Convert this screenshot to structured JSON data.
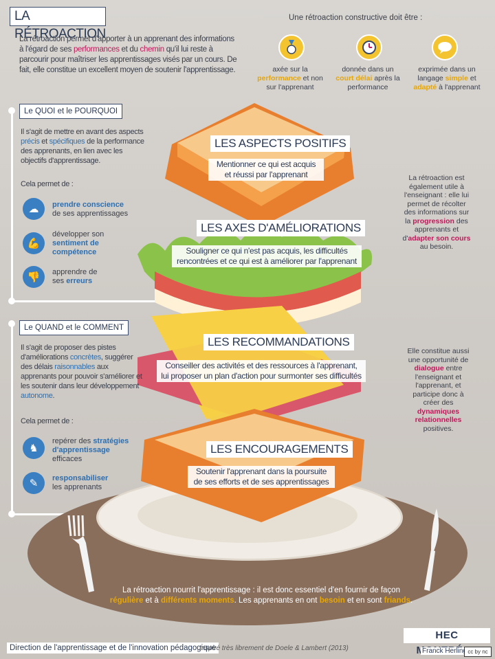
{
  "title": "LA RÉTROACTION",
  "intro": {
    "part1": "La rétroaction permet d'apporter à un apprenant des informations à l'égard de ses ",
    "highlight1": "performances",
    "part2": " et du ",
    "highlight2": "chemin",
    "part3": " qu'il lui reste à parcourir pour maîtriser les apprentissages visés par un cours. De fait, elle constitue un excellent moyen de soutenir l'apprentissage."
  },
  "constructive": {
    "title": "Une rétroaction constructive doit être :",
    "items": [
      {
        "icon": "medal-icon",
        "pre": "axée sur la",
        "highlight": "performance",
        "post": " et non sur l'apprenant"
      },
      {
        "icon": "clock-icon",
        "pre": "donnée dans un ",
        "highlight": "court délai",
        "post": " après la performance"
      },
      {
        "icon": "speech-bubble-icon",
        "pre": "exprimée dans un langage ",
        "highlight": "simple",
        "mid": " et ",
        "highlight2": "adapté",
        "post": " à l'apprenant"
      }
    ]
  },
  "quoi": {
    "heading": "Le QUOI et le POURQUOI",
    "p1": "Il s'agit de mettre en avant des aspects ",
    "h1": "précis",
    "p2": " et ",
    "h2": "spécifiques",
    "p3": " de la performance des apprenants, en lien avec les objectifs d'apprentissage.",
    "allows": "Cela permet de :",
    "items": [
      {
        "icon": "brain-cloud-icon",
        "bold": "prendre conscience",
        "rest": "de ses apprentissages"
      },
      {
        "icon": "arm-muscle-icon",
        "pre": "développer son",
        "bold": "sentiment de compétence"
      },
      {
        "icon": "thumbs-down-icon",
        "pre": "apprendre de",
        "pre2": "ses ",
        "bold": "erreurs"
      }
    ]
  },
  "quand": {
    "heading": "Le QUAND et le COMMENT",
    "p1": "Il s'agit de proposer des pistes d'améliorations ",
    "h1": "concrètes",
    "p2": ", suggérer des délais ",
    "h2": "raisonnables",
    "p3": " aux apprenants pour pouvoir s'améliorer et les soutenir dans leur développement ",
    "h3": "autonome",
    "p4": ".",
    "allows": "Cela permet de :",
    "items": [
      {
        "icon": "chess-icon",
        "pre": "repérer des ",
        "bold": "stratégies d'apprentissage",
        "rest": "efficaces"
      },
      {
        "icon": "pencil-book-icon",
        "bold": "responsabiliser",
        "rest": "les apprenants"
      }
    ]
  },
  "layers": [
    {
      "title": "LES ASPECTS POSITIFS",
      "line1": "Mentionner ce qui est acquis",
      "line2": "et réussi par l'apprenant"
    },
    {
      "title": "LES AXES D'AMÉLIORATIONS",
      "line1": "Souligner ce qui n'est pas acquis, les difficultés",
      "line2": "rencontrées et ce qui est à améliorer par l'apprenant"
    },
    {
      "title": "LES RECOMMANDATIONS",
      "line1": "Conseiller des activités et des ressources à l'apprenant,",
      "line2": "lui proposer un plan d'action pour surmonter ses difficultés"
    },
    {
      "title": "LES ENCOURAGEMENTS",
      "line1": "Soutenir l'apprenant dans la poursuite",
      "line2": "de ses efforts et de ses apprentissages"
    }
  ],
  "side1": {
    "p1": "La rétroaction est également utile à l'enseignant : elle lui permet de récolter des informations sur la ",
    "h1": "progression",
    "p2": " des apprenants et d'",
    "h2": "adapter son cours",
    "p3": " au besoin."
  },
  "side2": {
    "p1": "Elle constitue aussi une opportunité de ",
    "h1": "dialogue",
    "p2": " entre l'enseignant et l'apprenant, et participe donc à créer des ",
    "h2": "dynamiques relationnelles",
    "p3": " positives."
  },
  "footer": {
    "line1": "La rétroaction nourrit l'apprentissage : il est donc essentiel d'en fournir de façon",
    "h1": "régulière",
    "m1": " et à ",
    "h2": "différents moments",
    "m2": ". Les apprenants en ont ",
    "h3": "besoin",
    "m3": " et en sont ",
    "h4": "friands",
    "end": "."
  },
  "bottom": {
    "left": "Direction de l'apprentissage et de l'innovation pédagogique",
    "inspired": "Inspiré très librement de Doele & Lambert (2013)",
    "logo": "HEC MONTRÉAL",
    "author": "Franck Herling",
    "license": "cc by nc sa"
  },
  "colors": {
    "yellow": "#f4c430",
    "blue": "#3a7fc1",
    "red": "#c2185b",
    "bread": "#f5a04a",
    "lettuce": "#8bc34a",
    "tomato": "#e05a4e",
    "cheese": "#f7d046",
    "ham": "#d8576a"
  }
}
